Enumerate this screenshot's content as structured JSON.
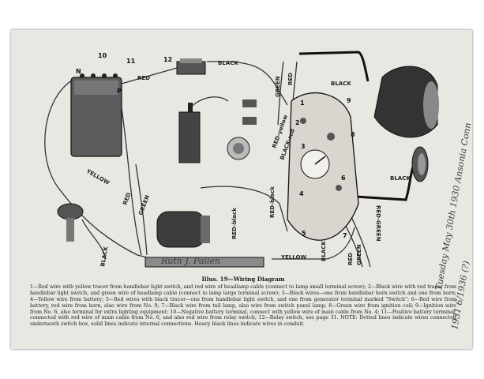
{
  "figure": {
    "title": "Illus. 19—Wiring Diagram",
    "legend": "1—Red wire with yellow tracer from handlebar light switch, and red wire of headlamp cable (connect to lamp small terminal screw); 2—Black wire with red tracer from handlebar light switch, and green wire of headlamp cable (connect to lamp large terminal screw); 3—Black wires—one from handlebar horn switch and one from horn; 4—Yellow wire from battery; 5—Red wires with black tracer—one from handlebar light switch, and one from generator terminal marked \"Switch\"; 6—Red wire from battery, red wire from horn, also wire from No. 9; 7—Black wire from tail lamp, also wire from switch panel lamp; 8—Green wire from ignition coil; 9—Ignition wire from No. 6, also terminal for extra lighting equipment; 10—Negative battery terminal, connect with yellow wire of main cable from No. 4; 11—Positive battery terminal, connected with red wire of main cable from No. 6, and also red wire from relay switch; 12—Relay switch, see page 31. NOTE: Dotted lines indicate wires connected underneath switch box, solid lines indicate internal connections. Heavy black lines indicate wires in conduit."
  },
  "callouts": [
    "1",
    "2",
    "3",
    "4",
    "5",
    "6",
    "7",
    "8",
    "9",
    "10",
    "11",
    "12"
  ],
  "battery_terminal_labels": [
    "N",
    "P"
  ],
  "wire_labels": {
    "black_top": "BLACK",
    "red_battery": "RED",
    "yellow_left": "YELLOW",
    "red_left": "RED",
    "green_left": "GREEN",
    "black_horn": "BLACK",
    "green_top": "GREEN",
    "red_top": "RED",
    "red_yellow": "RED-yellow",
    "black_red": "BLACK-red",
    "black_right": "BLACK",
    "red_black_gen": "RED-black",
    "red_black_panel": "RED-black",
    "yellow_bottom": "YELLOW",
    "black_bottom": "BLACK",
    "red_bottom": "RED",
    "green_bottom": "GREEN",
    "red_green_tail": "RED-GREEN",
    "black_tail": "BLACK"
  },
  "handwriting": {
    "signature": "Ruth J. Pallen",
    "margin_note": "Tuesday May 30th 1930 Ansonia Conn",
    "margin_date": "1931 6/1936 (?)"
  },
  "colors": {
    "paper": "#e9e7e1",
    "ink": "#1a1a1a"
  }
}
